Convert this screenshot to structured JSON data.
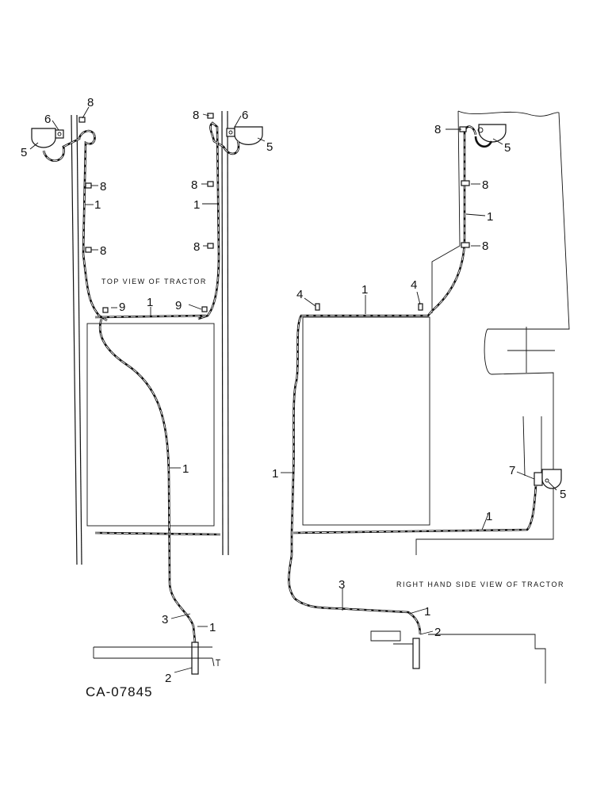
{
  "document_id": "CA-07845",
  "views": [
    {
      "id": "top",
      "caption": "TOP VIEW OF TRACTOR",
      "callouts": [
        {
          "label": "8"
        },
        {
          "label": "6"
        },
        {
          "label": "5"
        },
        {
          "label": "8"
        },
        {
          "label": "1"
        },
        {
          "label": "8"
        },
        {
          "label": "8"
        },
        {
          "label": "6"
        },
        {
          "label": "5"
        },
        {
          "label": "8"
        },
        {
          "label": "1"
        },
        {
          "label": "8"
        },
        {
          "label": "9"
        },
        {
          "label": "1"
        },
        {
          "label": "9"
        },
        {
          "label": "1"
        },
        {
          "label": "3"
        },
        {
          "label": "1"
        },
        {
          "label": "2"
        }
      ]
    },
    {
      "id": "right-side",
      "caption": "RIGHT HAND SIDE VIEW OF TRACTOR",
      "callouts": [
        {
          "label": "8"
        },
        {
          "label": "5"
        },
        {
          "label": "8"
        },
        {
          "label": "1"
        },
        {
          "label": "8"
        },
        {
          "label": "4"
        },
        {
          "label": "1"
        },
        {
          "label": "4"
        },
        {
          "label": "1"
        },
        {
          "label": "7"
        },
        {
          "label": "5"
        },
        {
          "label": "1"
        },
        {
          "label": "3"
        },
        {
          "label": "1"
        },
        {
          "label": "2"
        }
      ]
    }
  ]
}
